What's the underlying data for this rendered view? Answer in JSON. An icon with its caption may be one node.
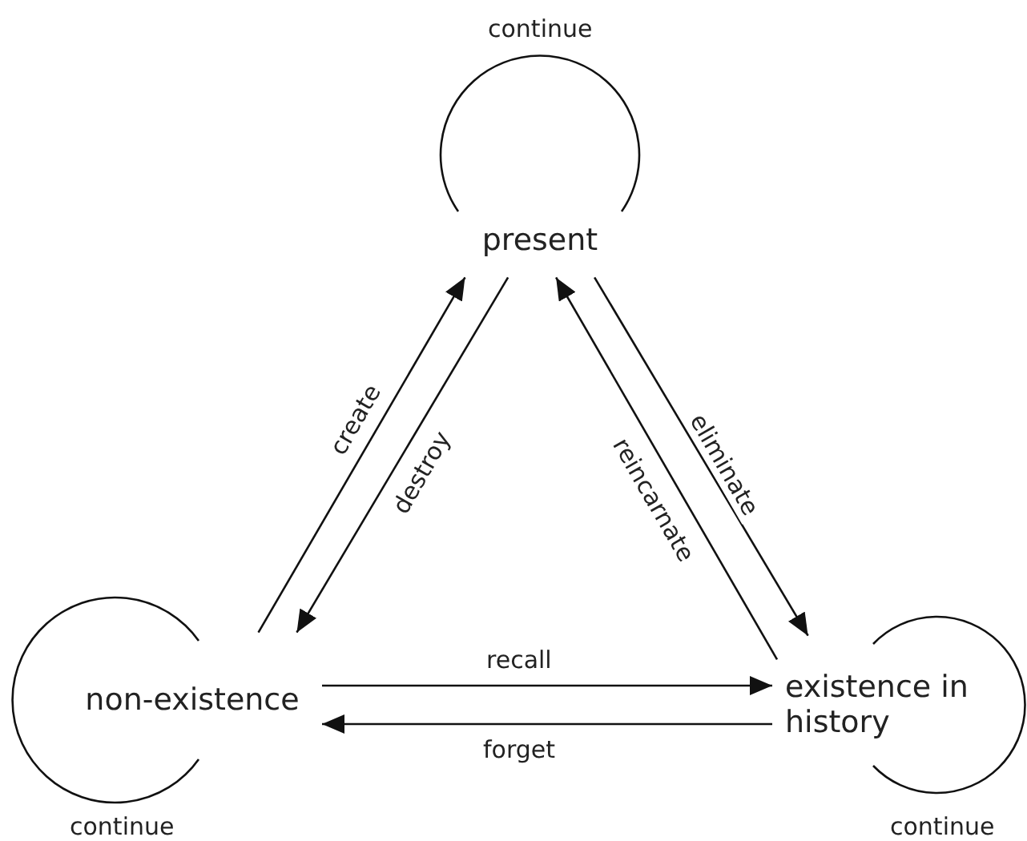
{
  "diagram": {
    "nodes": [
      {
        "text": [
          "present"
        ]
      },
      {
        "text": [
          "non-existence"
        ]
      },
      {
        "text": [
          "existence in history"
        ]
      }
    ],
    "edges": [
      {
        "from": 1,
        "to": 0,
        "arrow": "to",
        "label": "create"
      },
      {
        "from": 0,
        "to": 1,
        "arrow": "to",
        "label": "destroy"
      },
      {
        "from": 0,
        "to": 2,
        "arrow": "to",
        "label": "eliminate"
      },
      {
        "from": 2,
        "to": 0,
        "arrow": "to",
        "label": "reincarnate"
      },
      {
        "from": 1,
        "to": 2,
        "arrow": "to",
        "label": "recall"
      },
      {
        "from": 2,
        "to": 1,
        "arrow": "to",
        "label": "forget"
      },
      {
        "from": 0,
        "to": 0,
        "arrow": "none",
        "label": "continue"
      },
      {
        "from": 1,
        "to": 1,
        "arrow": "none",
        "label": "continue"
      },
      {
        "from": 2,
        "to": 2,
        "arrow": "none",
        "label": "continue"
      }
    ]
  }
}
